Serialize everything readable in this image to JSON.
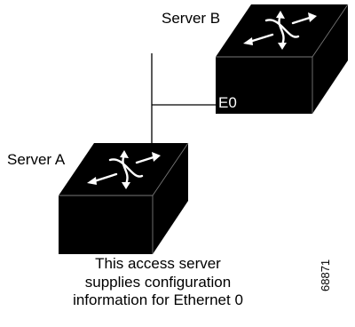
{
  "labels": {
    "server_b": "Server B",
    "server_a": "Server A",
    "interface": "E0"
  },
  "caption": {
    "lines": [
      "This access server",
      "supplies configuration",
      "information for Ethernet 0"
    ]
  },
  "figure_id": "68871",
  "icons": {
    "server_b": "router-icon",
    "server_a": "router-icon"
  },
  "colors": {
    "box_face": "#000000",
    "arrow": "#ffffff",
    "line": "#000000"
  }
}
